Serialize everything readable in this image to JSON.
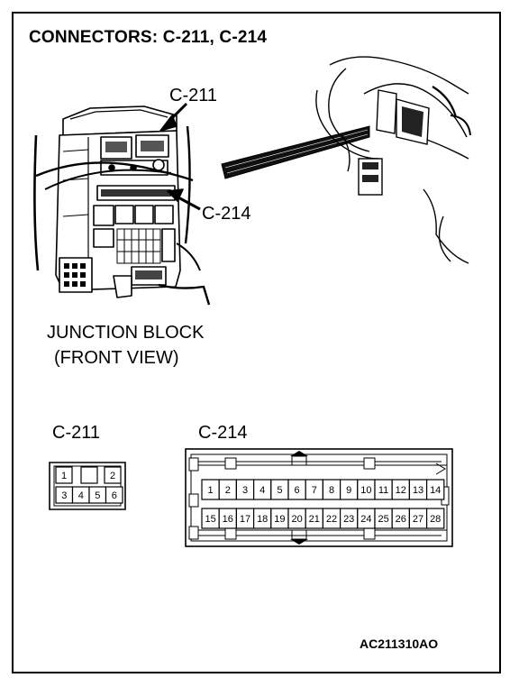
{
  "title": "CONNECTORS: C-211, C-214",
  "illustration": {
    "callout_c211": "C-211",
    "callout_c214": "C-214",
    "caption_line1": "JUNCTION BLOCK",
    "caption_line2": "(FRONT VIEW)"
  },
  "connector_c211": {
    "label": "C-211",
    "top_row": [
      "1",
      "",
      "2"
    ],
    "bottom_row": [
      "3",
      "4",
      "5",
      "6"
    ]
  },
  "connector_c214": {
    "label": "C-214",
    "top_row": [
      "1",
      "2",
      "3",
      "4",
      "5",
      "6",
      "7",
      "8",
      "9",
      "10",
      "11",
      "12",
      "13",
      "14"
    ],
    "bottom_row": [
      "15",
      "16",
      "17",
      "18",
      "19",
      "20",
      "21",
      "22",
      "23",
      "24",
      "25",
      "26",
      "27",
      "28"
    ]
  },
  "figure_code": "AC211310AO"
}
